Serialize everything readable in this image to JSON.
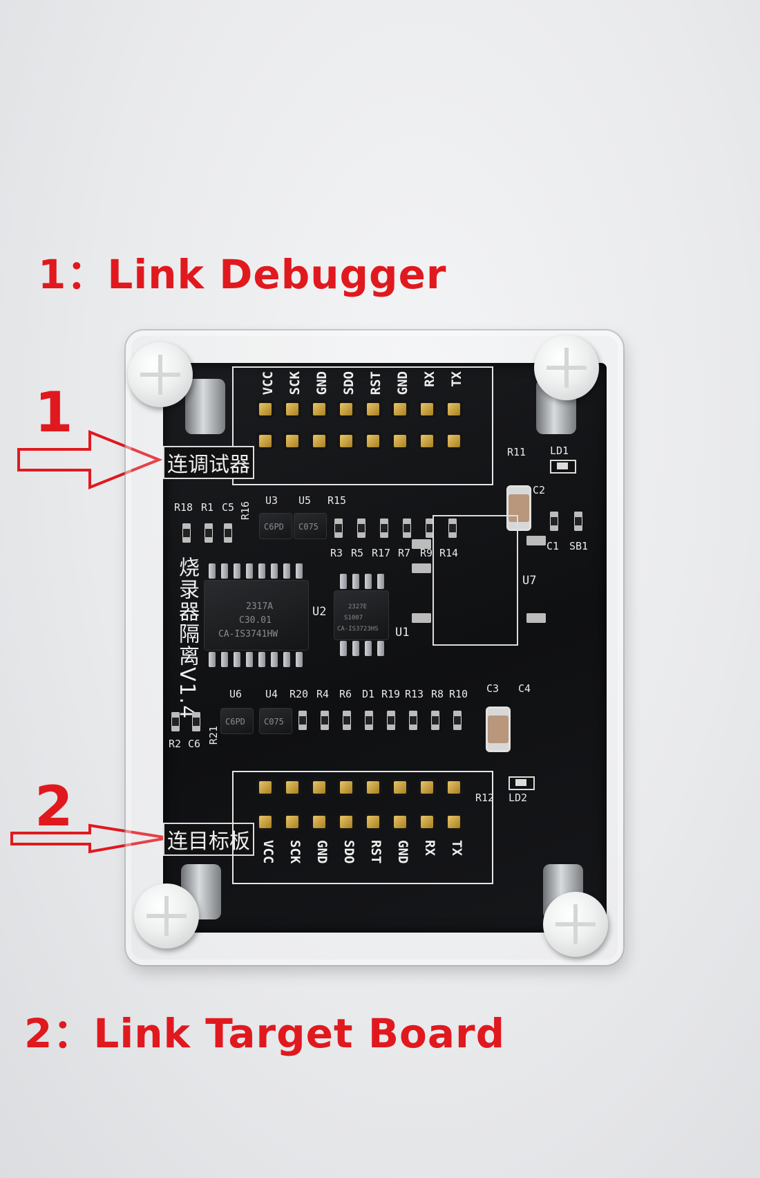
{
  "captions": {
    "top": "1：Link Debugger",
    "bottom": "2：Link Target Board",
    "num_top": "1",
    "num_bottom": "2"
  },
  "board": {
    "top_pins": [
      "VCC",
      "SCK",
      "GND",
      "SDO",
      "RST",
      "GND",
      "RX",
      "TX"
    ],
    "bottom_pins": [
      "VCC",
      "SCK",
      "GND",
      "SDO",
      "RST",
      "GND",
      "RX",
      "TX"
    ],
    "label_debugger": "连调试器",
    "label_target": "连目标板",
    "title_vertical": "烧录器隔离V1.4",
    "refs_row1": [
      "R18",
      "R1",
      "C5",
      "R16",
      "U3",
      "U5",
      "R15"
    ],
    "refs_row1b": [
      "R3",
      "R5",
      "R17",
      "R7",
      "R9",
      "R14"
    ],
    "refs_right_top": [
      "R11",
      "LD1",
      "C2",
      "C1",
      "SB1"
    ],
    "refs_mid": [
      "U2",
      "U1",
      "U7"
    ],
    "refs_row2": [
      "U6",
      "U4",
      "R20",
      "R4",
      "R6",
      "D1",
      "R19",
      "R13",
      "R8",
      "R10",
      "C3",
      "C4"
    ],
    "refs_row2b": [
      "R2",
      "C6",
      "R21"
    ],
    "refs_bottom_right": [
      "R12",
      "LD2"
    ],
    "chip_u2_text": [
      "CA-IS3741HW",
      "C30.01",
      "2317A"
    ],
    "chip_u1_text": [
      "CA-IS3723HS",
      "S1007",
      "2327E"
    ],
    "chip_u3_text": "C6PD",
    "chip_u5_text": "C075",
    "chip_u6_text": "C6PD",
    "chip_u4_text": "C075"
  },
  "colors": {
    "annotation_red": "#e0191f",
    "pcb": "#121315",
    "pin_gold": "#c9a23e"
  }
}
